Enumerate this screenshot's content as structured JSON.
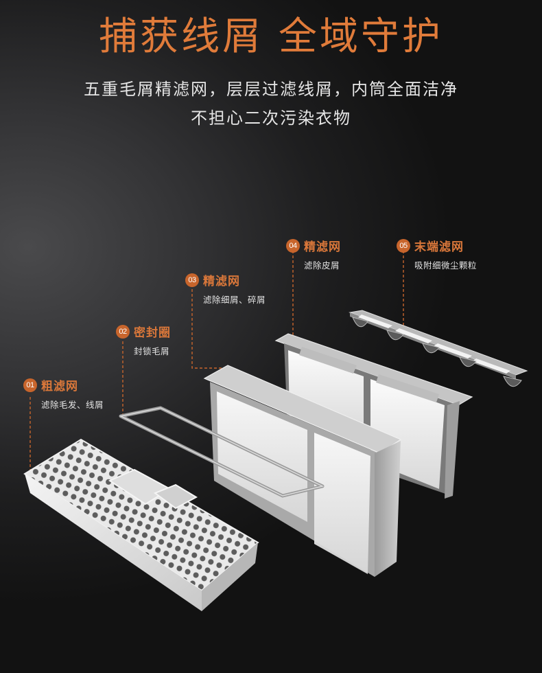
{
  "headline": "捕获线屑 全域守护",
  "subtitle": {
    "line1": "五重毛屑精滤网，层层过滤线屑，内筒全面洁净",
    "line2": "不担心二次污染衣物"
  },
  "accent_color": "#e07b3a",
  "badge_color": "#c8652c",
  "callouts": [
    {
      "number": "01",
      "title": "粗滤网",
      "desc": "滤除毛发、线屑"
    },
    {
      "number": "02",
      "title": "密封圈",
      "desc": "封锁毛屑"
    },
    {
      "number": "03",
      "title": "精滤网",
      "desc": "滤除细屑、碎屑"
    },
    {
      "number": "04",
      "title": "精滤网",
      "desc": "滤除皮屑"
    },
    {
      "number": "05",
      "title": "末端滤网",
      "desc": "吸附细微尘颗粒"
    }
  ]
}
